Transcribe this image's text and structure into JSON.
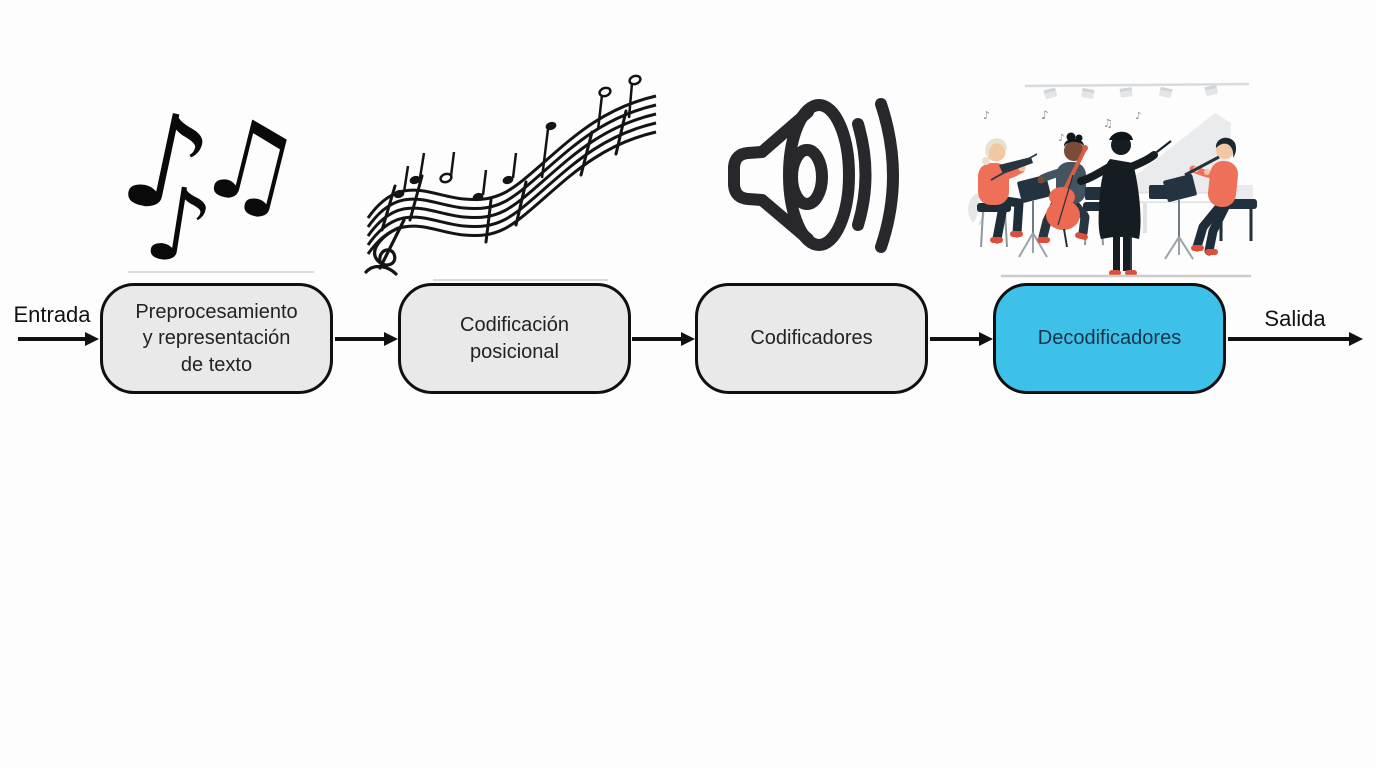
{
  "diagram": {
    "flow_direction": "left-to-right",
    "input_label": "Entrada",
    "output_label": "Salida",
    "nodes": [
      {
        "id": "preprocesamiento",
        "label": "Preprocesamiento y representación de texto",
        "highlighted": false
      },
      {
        "id": "codificacion-posicional",
        "label": "Codificación posicional",
        "highlighted": false
      },
      {
        "id": "codificadores",
        "label": "Codificadores",
        "highlighted": false
      },
      {
        "id": "decodificadores",
        "label": "Decodificadores",
        "highlighted": true
      }
    ],
    "colors": {
      "background": "#fdfdfd",
      "node_fill": "#e9e9e9",
      "node_border": "#101010",
      "node_text": "#222222",
      "highlight_fill": "#3ec1e8",
      "highlight_text": "#15354c",
      "arrow": "#111111"
    }
  },
  "illustrations": {
    "music_notes": {
      "glyphs": [
        "♪",
        "♫",
        "♪"
      ]
    },
    "orchestra": {
      "floating_notes": [
        "♪",
        "♪",
        "♫",
        "♪",
        "♪",
        "♪"
      ]
    }
  }
}
